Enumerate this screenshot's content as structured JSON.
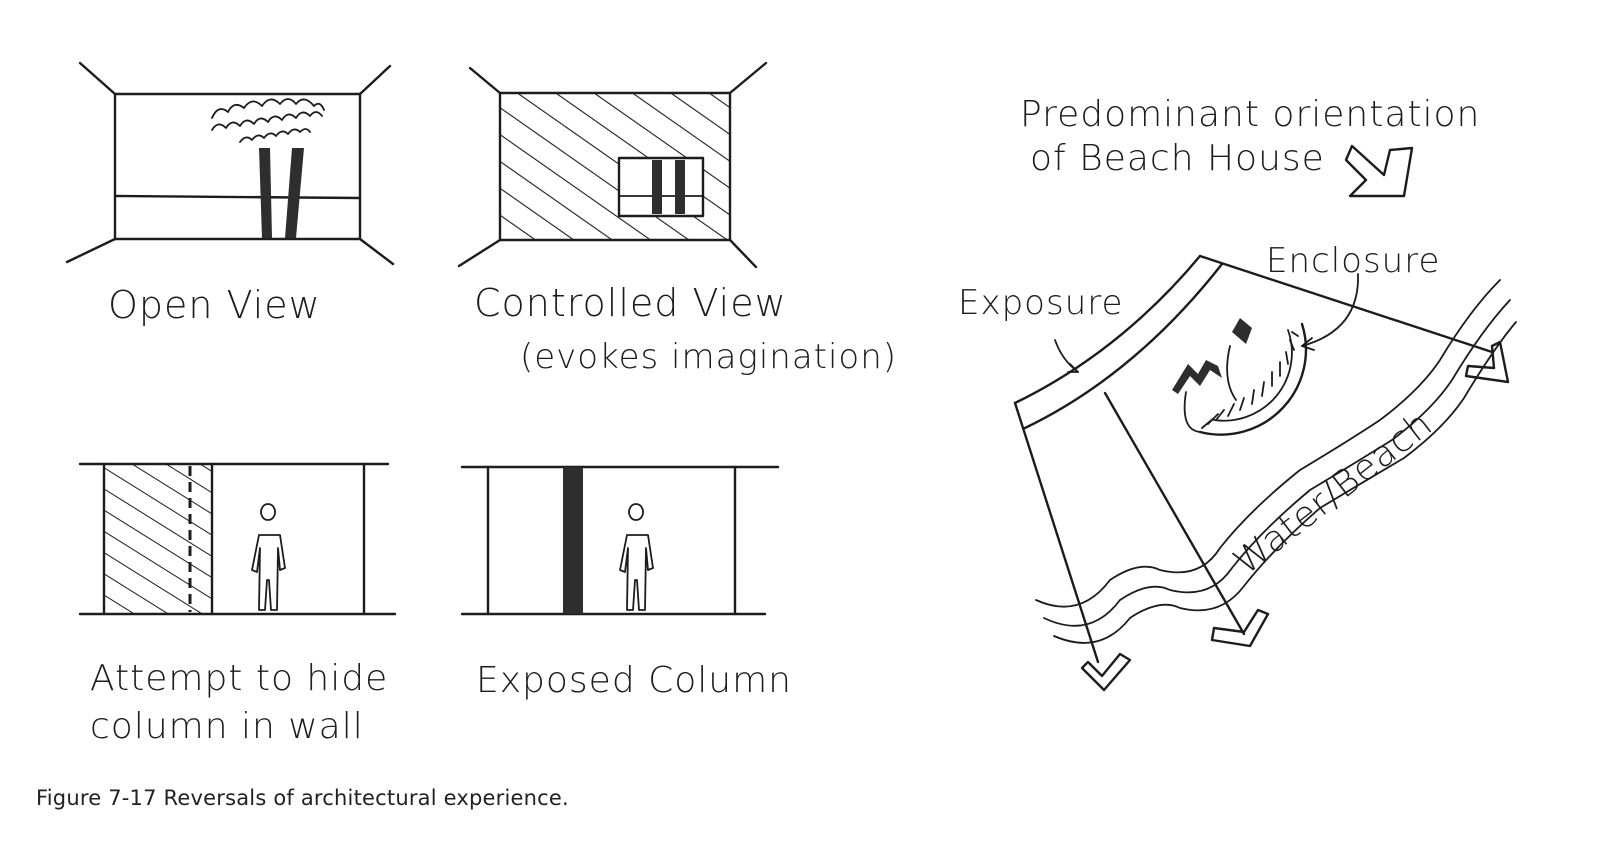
{
  "sketches": {
    "open_view": {
      "label": "Open View"
    },
    "controlled_view": {
      "line1": "Controlled View",
      "line2": "(evokes imagination)"
    },
    "hide_column": {
      "line1": "Attempt to hide",
      "line2": "column in wall"
    },
    "exposed_column": {
      "label": "Exposed Column"
    },
    "beach_house": {
      "title_line1": "Predominant orientation",
      "title_line2": "of Beach House",
      "exposure": "Exposure",
      "enclosure": "Enclosure",
      "water_beach": "Water/Beach"
    }
  },
  "caption": "Figure 7-17  Reversals of architectural experience."
}
